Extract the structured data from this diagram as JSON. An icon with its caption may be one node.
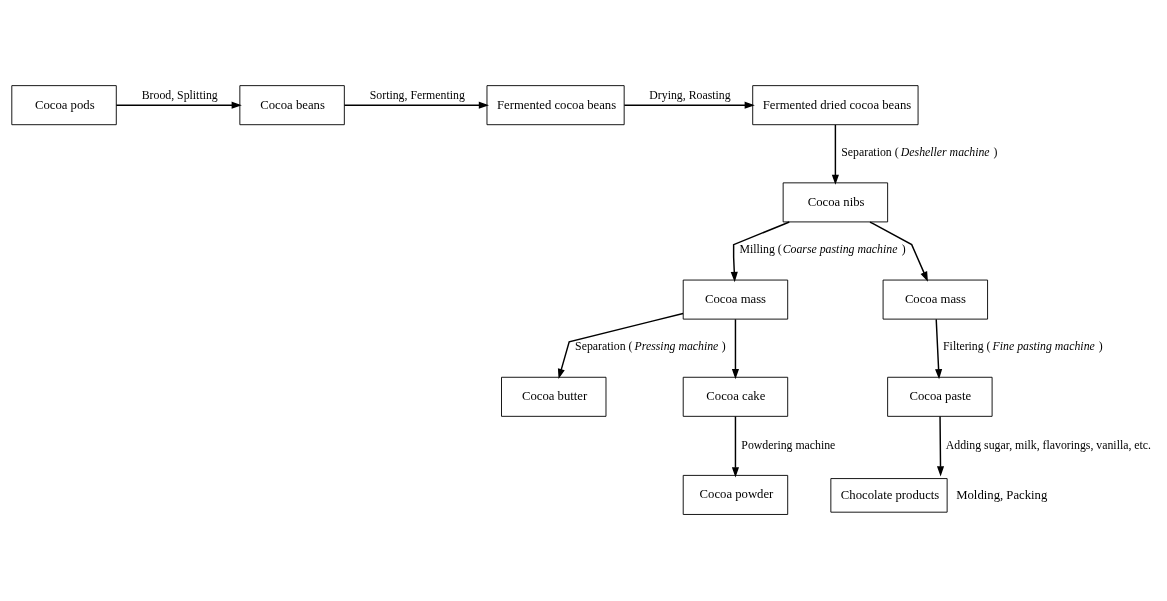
{
  "diagram": {
    "nodes": [
      {
        "text": [
          "Cocoa pods"
        ]
      },
      {
        "text": [
          "Cocoa beans"
        ]
      },
      {
        "text": [
          "Fermented cocoa beans"
        ]
      },
      {
        "text": [
          "Fermented dried cocoa beans"
        ]
      },
      {
        "text": [
          "Cocoa nibs"
        ]
      },
      {
        "text": [
          "Cocoa mass"
        ]
      },
      {
        "text": [
          "Cocoa mass"
        ]
      },
      {
        "text": [
          "Cocoa butter"
        ]
      },
      {
        "text": [
          "Cocoa cake"
        ]
      },
      {
        "text": [
          "Cocoa paste"
        ]
      },
      {
        "text": [
          "Cocoa powder"
        ]
      },
      {
        "text": [
          "Chocolate products"
        ],
        "beside": [
          "Molding, Packing"
        ]
      }
    ],
    "edges": [
      {
        "from": 0,
        "to": 1,
        "arrow": "to",
        "label": "Brood, Splitting"
      },
      {
        "from": 1,
        "to": 2,
        "arrow": "to",
        "label": "Sorting, Fermenting"
      },
      {
        "from": 2,
        "to": 3,
        "arrow": "to",
        "label": "Drying, Roasting"
      },
      {
        "from": 3,
        "to": 4,
        "arrow": "to",
        "label": "Separation (*Desheller machine*)"
      },
      {
        "from": 4,
        "to": 5,
        "arrow": "to",
        "label": "Milling (*Coarse pasting machine*)"
      },
      {
        "from": 4,
        "to": 6,
        "arrow": "to"
      },
      {
        "from": 5,
        "to": 7,
        "arrow": "to",
        "label": "Separation (*Pressing machine*)"
      },
      {
        "from": 5,
        "to": 8,
        "arrow": "to"
      },
      {
        "from": 8,
        "to": 10,
        "arrow": "to",
        "label": "Powdering machine"
      },
      {
        "from": 6,
        "to": 9,
        "arrow": "to",
        "label": "Filtering (*Fine pasting machine*)"
      },
      {
        "from": 9,
        "to": 11,
        "arrow": "to",
        "label": "Adding sugar, milk, flavorings, vanilla, etc."
      }
    ]
  }
}
